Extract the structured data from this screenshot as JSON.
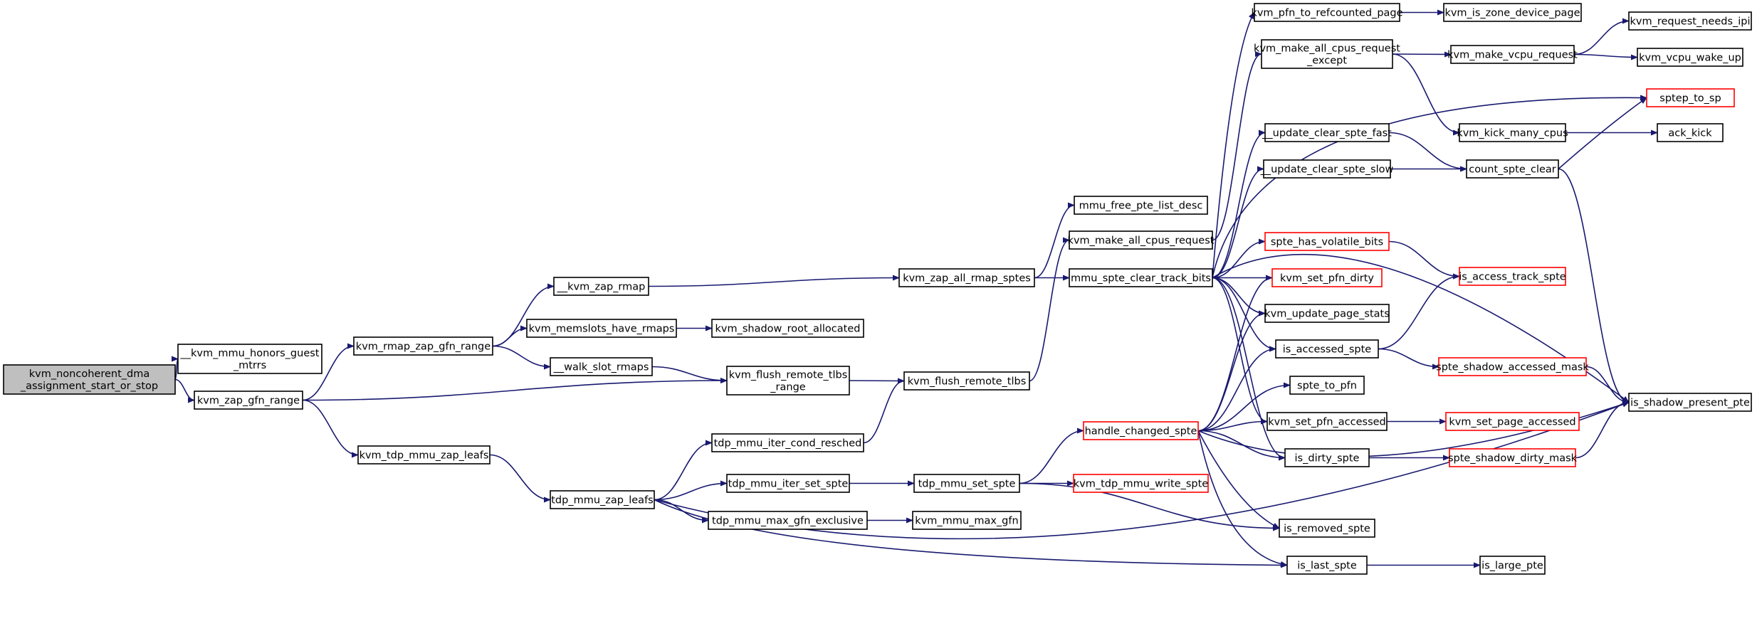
{
  "colors": {
    "edge": "#191970",
    "node_border": "#000000",
    "truncated_border": "#ff0000",
    "root_fill": "#bfbfbf"
  },
  "nodes": {
    "root": {
      "lines": [
        "kvm_noncoherent_dma",
        "_assignment_start_or_stop"
      ]
    },
    "honors": {
      "lines": [
        "__kvm_mmu_honors_guest",
        "_mtrrs"
      ]
    },
    "zap_gfn_range": {
      "lines": [
        "kvm_zap_gfn_range"
      ]
    },
    "rmap_zap_gfn_range": {
      "lines": [
        "kvm_rmap_zap_gfn_range"
      ]
    },
    "kvm_zap_rmap": {
      "lines": [
        "__kvm_zap_rmap"
      ]
    },
    "memslots_have_rmaps": {
      "lines": [
        "kvm_memslots_have_rmaps"
      ]
    },
    "walk_slot_rmaps": {
      "lines": [
        "__walk_slot_rmaps"
      ]
    },
    "tdp_mmu_zap_leafs": {
      "lines": [
        "kvm_tdp_mmu_zap_leafs"
      ]
    },
    "tdp_zap_leafs": {
      "lines": [
        "tdp_mmu_zap_leafs"
      ]
    },
    "iter_cond_resched": {
      "lines": [
        "tdp_mmu_iter_cond_resched"
      ]
    },
    "iter_set_spte": {
      "lines": [
        "tdp_mmu_iter_set_spte"
      ]
    },
    "max_gfn_exclusive": {
      "lines": [
        "tdp_mmu_max_gfn_exclusive"
      ]
    },
    "shadow_root_allocated": {
      "lines": [
        "kvm_shadow_root_allocated"
      ]
    },
    "flush_remote_tlbs_range": {
      "lines": [
        "kvm_flush_remote_tlbs",
        "_range"
      ]
    },
    "flush_remote_tlbs": {
      "lines": [
        "kvm_flush_remote_tlbs"
      ]
    },
    "zap_all_rmap_sptes": {
      "lines": [
        "kvm_zap_all_rmap_sptes"
      ]
    },
    "tdp_set_spte": {
      "lines": [
        "tdp_mmu_set_spte"
      ]
    },
    "mmu_max_gfn": {
      "lines": [
        "kvm_mmu_max_gfn"
      ]
    },
    "free_pte_list_desc": {
      "lines": [
        "mmu_free_pte_list_desc"
      ]
    },
    "make_all_cpus_request": {
      "lines": [
        "kvm_make_all_cpus_request"
      ]
    },
    "spte_clear_track_bits": {
      "lines": [
        "mmu_spte_clear_track_bits"
      ]
    },
    "handle_changed_spte": {
      "lines": [
        "handle_changed_spte"
      ]
    },
    "tdp_mmu_write_spte": {
      "lines": [
        "kvm_tdp_mmu_write_spte"
      ]
    },
    "pfn_to_refcounted_page": {
      "lines": [
        "kvm_pfn_to_refcounted_page"
      ]
    },
    "make_all_cpus_request_except": {
      "lines": [
        "kvm_make_all_cpus_request",
        "_except"
      ]
    },
    "update_clear_spte_fast": {
      "lines": [
        "__update_clear_spte_fast"
      ]
    },
    "update_clear_spte_slow": {
      "lines": [
        "__update_clear_spte_slow"
      ]
    },
    "spte_has_volatile_bits": {
      "lines": [
        "spte_has_volatile_bits"
      ]
    },
    "set_pfn_dirty": {
      "lines": [
        "kvm_set_pfn_dirty"
      ]
    },
    "update_page_stats": {
      "lines": [
        "kvm_update_page_stats"
      ]
    },
    "is_accessed_spte": {
      "lines": [
        "is_accessed_spte"
      ]
    },
    "spte_to_pfn": {
      "lines": [
        "spte_to_pfn"
      ]
    },
    "set_pfn_accessed": {
      "lines": [
        "kvm_set_pfn_accessed"
      ]
    },
    "is_dirty_spte": {
      "lines": [
        "is_dirty_spte"
      ]
    },
    "is_removed_spte": {
      "lines": [
        "is_removed_spte"
      ]
    },
    "is_last_spte": {
      "lines": [
        "is_last_spte"
      ]
    },
    "is_zone_device_page": {
      "lines": [
        "kvm_is_zone_device_page"
      ]
    },
    "make_vcpu_request": {
      "lines": [
        "kvm_make_vcpu_request"
      ]
    },
    "kick_many_cpus": {
      "lines": [
        "kvm_kick_many_cpus"
      ]
    },
    "count_spte_clear": {
      "lines": [
        "count_spte_clear"
      ]
    },
    "is_access_track_spte": {
      "lines": [
        "is_access_track_spte"
      ]
    },
    "spte_shadow_accessed_mask": {
      "lines": [
        "spte_shadow_accessed_mask"
      ]
    },
    "set_page_accessed": {
      "lines": [
        "kvm_set_page_accessed"
      ]
    },
    "spte_shadow_dirty_mask": {
      "lines": [
        "spte_shadow_dirty_mask"
      ]
    },
    "is_large_pte": {
      "lines": [
        "is_large_pte"
      ]
    },
    "request_needs_ipi": {
      "lines": [
        "kvm_request_needs_ipi"
      ]
    },
    "vcpu_wake_up": {
      "lines": [
        "kvm_vcpu_wake_up"
      ]
    },
    "sptep_to_sp": {
      "lines": [
        "sptep_to_sp"
      ]
    },
    "ack_kick": {
      "lines": [
        "ack_kick"
      ]
    },
    "is_shadow_present_pte": {
      "lines": [
        "is_shadow_present_pte"
      ]
    }
  }
}
